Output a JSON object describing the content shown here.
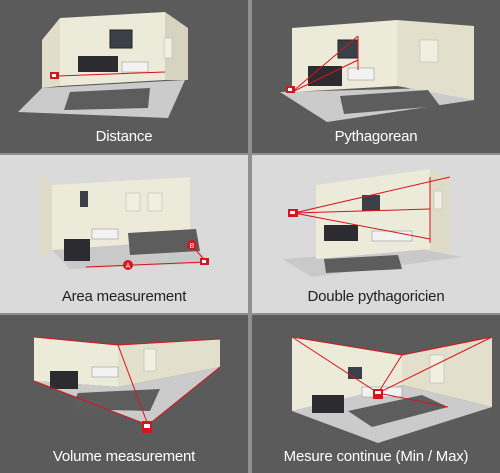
{
  "tiles": [
    {
      "caption": "Distance",
      "theme": "dark"
    },
    {
      "caption": "Pythagorean",
      "theme": "dark"
    },
    {
      "caption": "Area measurement",
      "theme": "light"
    },
    {
      "caption": "Double pythagoricien",
      "theme": "light"
    },
    {
      "caption": "Volume measurement",
      "theme": "dark"
    },
    {
      "caption": "Mesure continue (Min / Max)",
      "theme": "dark"
    }
  ],
  "markers": {
    "a": "A",
    "b": "B"
  },
  "colors": {
    "laser": "#d8141c",
    "wall": "#eceadb",
    "wall_side": "#d9d6c4",
    "floor": "#cfcfcf",
    "rug": "#5a5a5a",
    "dark_tile": "#5b5b5b",
    "light_tile": "#dadada"
  }
}
